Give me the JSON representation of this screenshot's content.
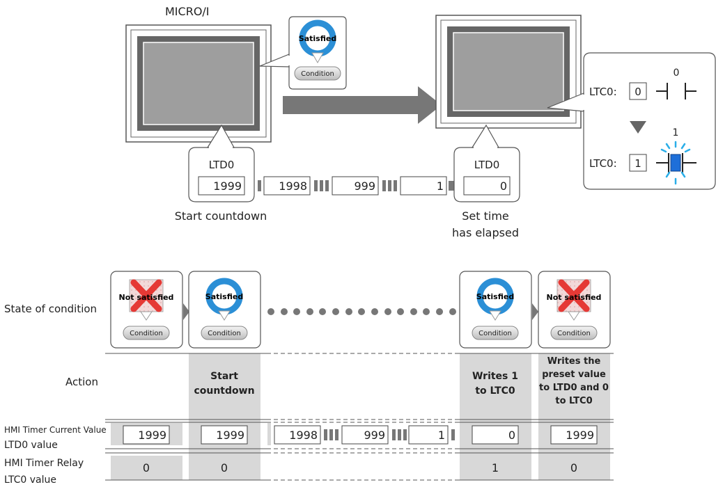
{
  "top": {
    "micro_label": "MICRO/I",
    "satisfied": "Satisfied",
    "condition": "Condition",
    "ltd0_label": "LTD0",
    "countdown_values": [
      "1999",
      "1998",
      "999",
      "1",
      "0"
    ],
    "start_caption": "Start countdown",
    "elapsed_caption_1": "Set time",
    "elapsed_caption_2": "has elapsed",
    "relay_label": "LTC0:",
    "relay_value_off": "0",
    "relay_value_on": "1",
    "contact_value_off": "0",
    "contact_value_on": "1"
  },
  "timeline": {
    "row_state": "State of condition",
    "row_action": "Action",
    "row_current_1": "HMI Timer Current Value",
    "row_current_2": "LTD0 value",
    "row_relay_1": "HMI Timer Relay",
    "row_relay_2": "LTC0 value",
    "not_satisfied": "Not satisfied",
    "satisfied": "Satisfied",
    "condition": "Condition",
    "action_start_1": "Start",
    "action_start_2": "countdown",
    "action_write_1": "Writes 1",
    "action_write_2": "to LTC0",
    "action_preset_1": "Writes the",
    "action_preset_2": "preset value",
    "action_preset_3": "to LTD0 and 0",
    "action_preset_4": "to LTC0",
    "ltd0_values": [
      "1999",
      "1999",
      "1998",
      "999",
      "1",
      "0",
      "1999"
    ],
    "ltc0_values": [
      "0",
      "0",
      "1",
      "0"
    ]
  },
  "colors": {
    "arrow_gray": "#777777",
    "shade_gray": "#d8d8d8",
    "ring_blue": "#2b8fd6",
    "cross_red": "#e53935",
    "relay_blue": "#1e6fd9"
  }
}
